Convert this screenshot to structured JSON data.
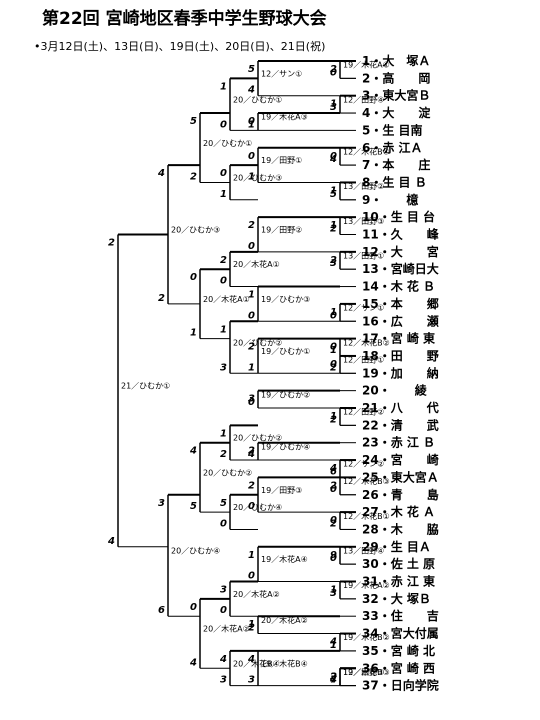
{
  "title": "第22回 宮崎地区春季中学生野球大会",
  "dates": "•3月12日(土)、13日(日)、19日(土)、20日(日)、21日(祝)",
  "teams": [
    "大　塚Ａ",
    "高　　岡",
    "東大宮Ｂ",
    "大　　淀",
    "生 目南",
    "赤 江Ａ",
    "本　　庄",
    "生 目 Ｂ",
    "　　檍",
    "生 目 台",
    "久　　峰",
    "大　　宮",
    "宮崎日大",
    "木 花 Ｂ",
    "本　　郷",
    "広　　瀬",
    "宮 崎 東",
    "田　　野",
    "加　　納",
    "　　綾",
    "八　　代",
    "清　　武",
    "赤 江 Ｂ",
    "宮　　崎",
    "東大宮Ａ",
    "青　　島",
    "木 花 Ａ",
    "木　　脇",
    "生 目Ａ",
    "佐 土 原",
    "赤 江 東",
    "大 塚Ｂ",
    "住　　吉",
    "宮大付属",
    "宮 崎 北",
    "宮 崎 西",
    "日向学院"
  ],
  "matches": [
    {
      "id": "m1",
      "a": 0,
      "b": 1,
      "label": "19／木花A①",
      "sa": "2",
      "sb": "0"
    },
    {
      "id": "m2",
      "a": 2,
      "b": 3,
      "label": "12／田野④",
      "sa": "1",
      "sb": "3"
    },
    {
      "id": "m3",
      "a": 5,
      "b": 6,
      "label": "12／木花B④",
      "sa": "0",
      "sb": "4"
    },
    {
      "id": "m4",
      "a": 7,
      "b": 8,
      "label": "13／田野②",
      "sa": "1",
      "sb": "5"
    },
    {
      "id": "m5",
      "a": 9,
      "b": 10,
      "label": "13／田野③",
      "sa": "1",
      "sb": "2"
    },
    {
      "id": "m6",
      "a": 11,
      "b": 12,
      "label": "13／田野①",
      "sa": "2",
      "sb": "3"
    },
    {
      "id": "m7",
      "a": 14,
      "b": 15,
      "label": "12／サン①",
      "sa": "1",
      "sb": "0"
    },
    {
      "id": "m8",
      "a": 16,
      "b": 17,
      "label": "12／木花B②",
      "sa": "0",
      "sb": "1"
    },
    {
      "id": "m9",
      "a": 17,
      "b": 18,
      "label": "12／田野①",
      "sa": "0",
      "sb": "2"
    },
    {
      "id": "m10",
      "a": 20,
      "b": 21,
      "label": "12／田野②",
      "sa": "1",
      "sb": "2"
    },
    {
      "id": "m11",
      "a": 23,
      "b": 24,
      "label": "12／サン②",
      "sa": "4",
      "sb": "6"
    },
    {
      "id": "m12",
      "a": 24,
      "b": 25,
      "label": "12／木花B③",
      "sa": "2",
      "sb": "0"
    },
    {
      "id": "m13",
      "a": 26,
      "b": 27,
      "label": "12／木花B①",
      "sa": "0",
      "sb": "2"
    },
    {
      "id": "m14",
      "a": 28,
      "b": 29,
      "label": "13／田野④",
      "sa": "9",
      "sb": "0"
    },
    {
      "id": "m15",
      "a": 30,
      "b": 31,
      "label": "19／木花A②",
      "sa": "1",
      "sb": "3"
    },
    {
      "id": "m16",
      "a": 33,
      "b": 34,
      "label": "19／木花B②",
      "sa": "4",
      "sb": "1"
    },
    {
      "id": "m17",
      "a": 35,
      "b": 36,
      "label": "12／田野③",
      "sa": "2",
      "sb": "4"
    },
    {
      "id": "m18",
      "a": 35,
      "b": 36,
      "label": "19／木花B③",
      "sa": "2",
      "sb": "7"
    },
    {
      "id": "s1",
      "a": 0,
      "b": 2,
      "label": "12／サン①",
      "sa": "5",
      "sb": "4"
    },
    {
      "id": "s2",
      "a": 3,
      "b": 4,
      "label": "19／木花A③",
      "sa": "0",
      "sb": "1"
    },
    {
      "id": "s3",
      "a": 5,
      "b": 7,
      "label": "19／田野①",
      "sa": "0",
      "sb": "1"
    },
    {
      "id": "s4",
      "a": 9,
      "b": 11,
      "label": "19／田野②",
      "sa": "2",
      "sb": "0"
    },
    {
      "id": "s5",
      "a": 13,
      "b": 15,
      "label": "19／ひむか③",
      "sa": "1",
      "sb": "0"
    },
    {
      "id": "s6",
      "a": 16,
      "b": 18,
      "label": "19／ひむか①",
      "sa": "2",
      "sb": "1"
    },
    {
      "id": "s7",
      "a": 19,
      "b": 20,
      "label": "19／ひむか②",
      "sa": "3",
      "sb": "0"
    },
    {
      "id": "s8",
      "a": 22,
      "b": 23,
      "label": "19／ひむか④",
      "sa": "2",
      "sb": "4"
    },
    {
      "id": "s9",
      "a": 24,
      "b": 26,
      "label": "19／田野③",
      "sa": "2",
      "sb": "0"
    },
    {
      "id": "s10",
      "a": 28,
      "b": 30,
      "label": "19／木花A④",
      "sa": "1",
      "sb": "0"
    },
    {
      "id": "s11",
      "a": 32,
      "b": 33,
      "label": "20／木花A②",
      "sa": "1",
      "sb": "2"
    },
    {
      "id": "s12",
      "a": 34,
      "b": 36,
      "label": "19／木花B④",
      "sa": "4",
      "sb": "3"
    },
    {
      "id": "q1",
      "a": 1,
      "b": 4,
      "label": "20／ひむか①",
      "sa": "1",
      "sb": "0"
    },
    {
      "id": "q2",
      "a": 6,
      "b": 8,
      "label": "20／ひむか③",
      "sa": "0",
      "sb": "1"
    },
    {
      "id": "q3",
      "a": 11,
      "b": 13,
      "label": "20／木花A①",
      "sa": "2",
      "sb": "0"
    },
    {
      "id": "q4",
      "a": 15,
      "b": 18,
      "label": "20／ひむか②",
      "sa": "1",
      "sb": "3"
    },
    {
      "id": "q5",
      "a": 21,
      "b": 23,
      "label": "20／ひむか②",
      "sa": "1",
      "sb": "2"
    },
    {
      "id": "q6",
      "a": 25,
      "b": 27,
      "label": "20／ひむか④",
      "sa": "5",
      "sb": "0"
    },
    {
      "id": "q7",
      "a": 30,
      "b": 32,
      "label": "20／木花A②",
      "sa": "3",
      "sb": "0"
    },
    {
      "id": "q8",
      "a": 34,
      "b": 36,
      "label": "20／木花B④",
      "sa": "4",
      "sb": "3"
    },
    {
      "id": "sf1",
      "a": 3,
      "b": 7,
      "label": "20／ひむか①",
      "sa": "5",
      "sb": "2"
    },
    {
      "id": "sf2",
      "a": 12,
      "b": 16,
      "label": "20／木花A①",
      "sa": "0",
      "sb": "1"
    },
    {
      "id": "sf3",
      "a": 22,
      "b": 26,
      "label": "20／ひむか②",
      "sa": "4",
      "sb": "5"
    },
    {
      "id": "sf4",
      "a": 31,
      "b": 35,
      "label": "20／木花A②",
      "sa": "0",
      "sb": "4"
    },
    {
      "id": "f1",
      "a": 6,
      "b": 14,
      "label": "20／ひむか③",
      "sa": "4",
      "sb": "2"
    },
    {
      "id": "f2",
      "a": 25,
      "b": 32,
      "label": "20／ひむか④",
      "sa": "3",
      "sb": "6"
    },
    {
      "id": "ff",
      "a": 10,
      "b": 28,
      "label": "21／ひむか①",
      "sa": "2",
      "sb": "4"
    }
  ]
}
